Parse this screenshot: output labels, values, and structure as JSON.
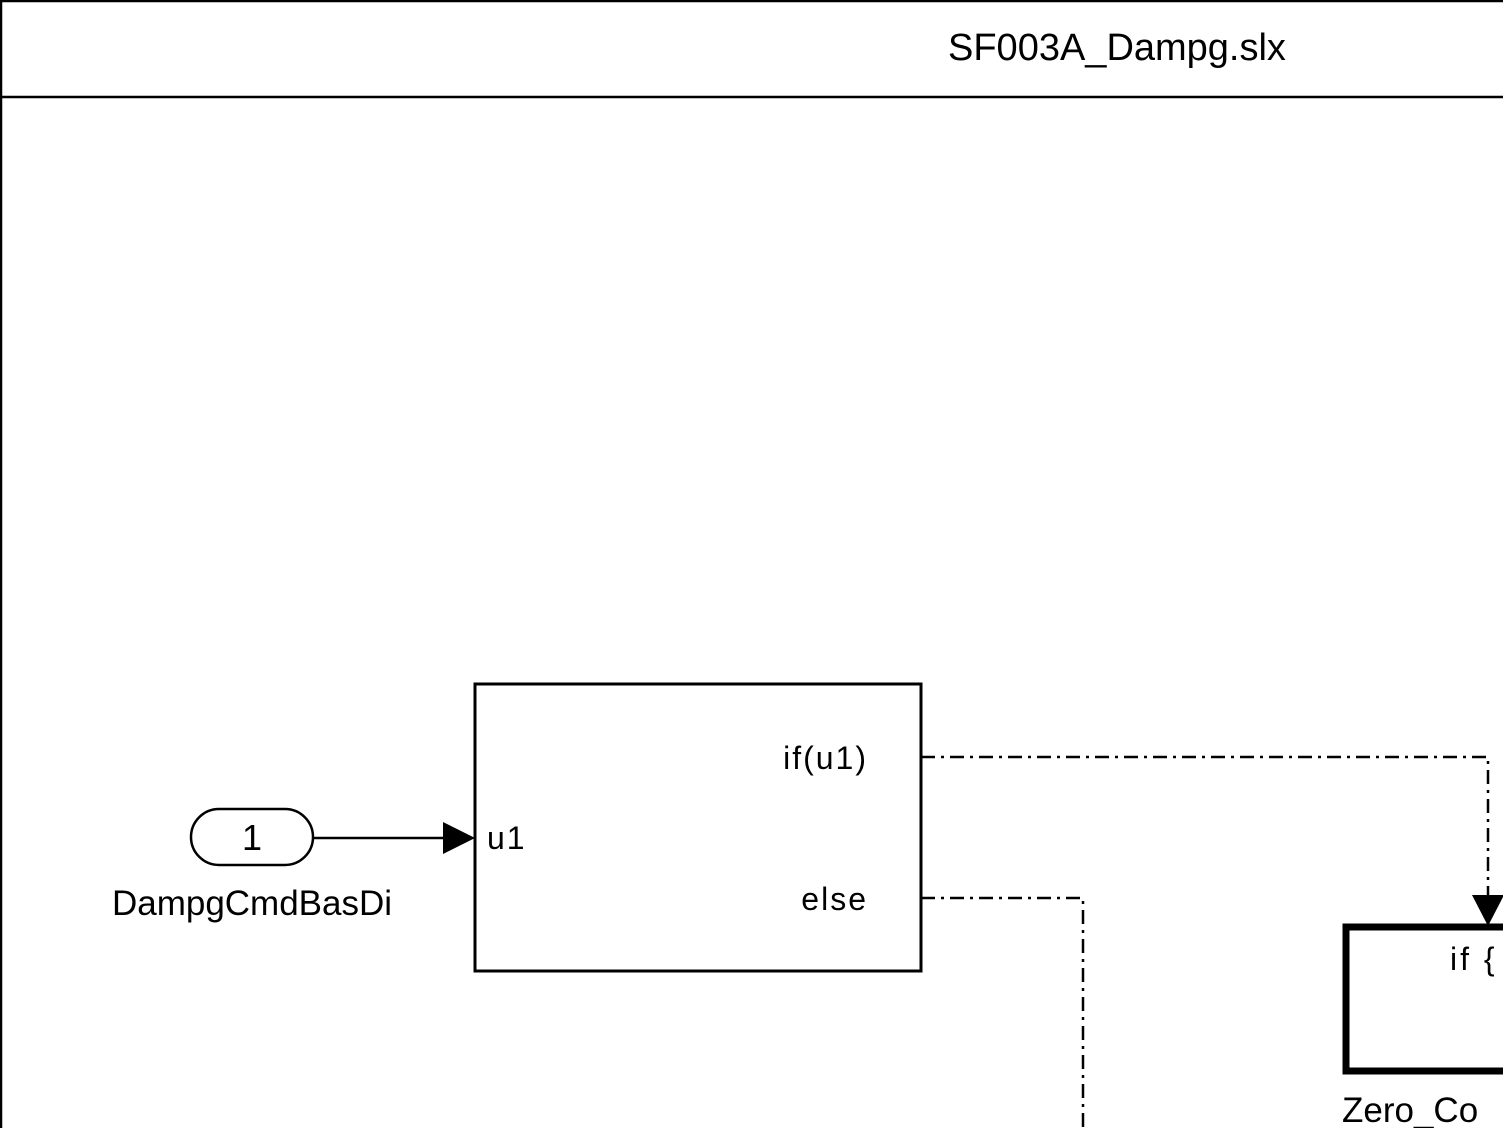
{
  "header": {
    "title": "SF003A_Dampg.slx"
  },
  "inport": {
    "number": "1",
    "name": "DampgCmdBasDi"
  },
  "if_block": {
    "input_port": "u1",
    "if_port": "if(u1)",
    "else_port": "else"
  },
  "action_subsystem": {
    "label": "if {",
    "name": "Zero_Co"
  },
  "colors": {
    "stroke": "#000000",
    "background": "#ffffff"
  }
}
